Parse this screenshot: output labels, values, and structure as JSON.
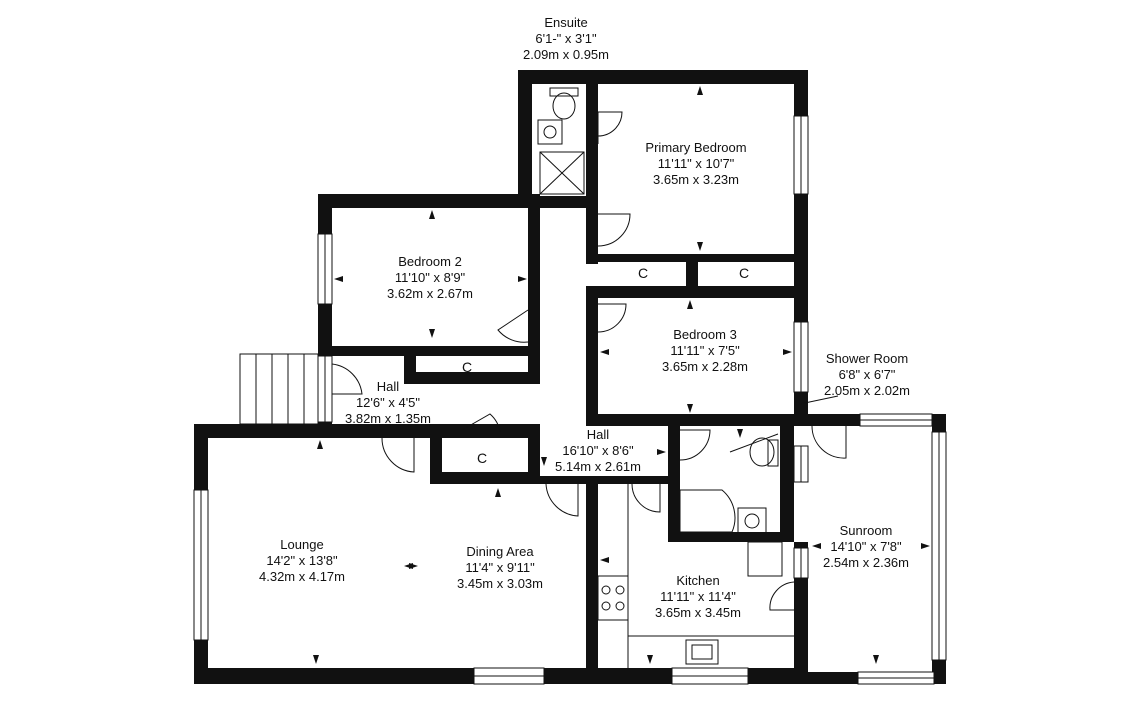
{
  "rooms": {
    "ensuite": {
      "name": "Ensuite",
      "imperial": "6'1-\" x 3'1\"",
      "metric": "2.09m x 0.95m"
    },
    "primary_bedroom": {
      "name": "Primary Bedroom",
      "imperial": "11'11\" x 10'7\"",
      "metric": "3.65m x 3.23m"
    },
    "bedroom2": {
      "name": "Bedroom 2",
      "imperial": "11'10\" x 8'9\"",
      "metric": "3.62m x 2.67m"
    },
    "bedroom3": {
      "name": "Bedroom 3",
      "imperial": "11'11\" x 7'5\"",
      "metric": "3.65m x 2.28m"
    },
    "shower_room": {
      "name": "Shower Room",
      "imperial": "6'8\" x 6'7\"",
      "metric": "2.05m x 2.02m"
    },
    "hall_left": {
      "name": "Hall",
      "imperial": "12'6\" x 4'5\"",
      "metric": "3.82m x 1.35m"
    },
    "hall_center": {
      "name": "Hall",
      "imperial": "16'10\" x 8'6\"",
      "metric": "5.14m x 2.61m"
    },
    "lounge": {
      "name": "Lounge",
      "imperial": "14'2\" x 13'8\"",
      "metric": "4.32m x 4.17m"
    },
    "dining": {
      "name": "Dining Area",
      "imperial": "11'4\" x 9'11\"",
      "metric": "3.45m x 3.03m"
    },
    "kitchen": {
      "name": "Kitchen",
      "imperial": "11'11\" x 11'4\"",
      "metric": "3.65m x 3.45m"
    },
    "sunroom": {
      "name": "Sunroom",
      "imperial": "14'10\" x 7'8\"",
      "metric": "2.54m x 2.36m"
    }
  },
  "closet_label": "C"
}
